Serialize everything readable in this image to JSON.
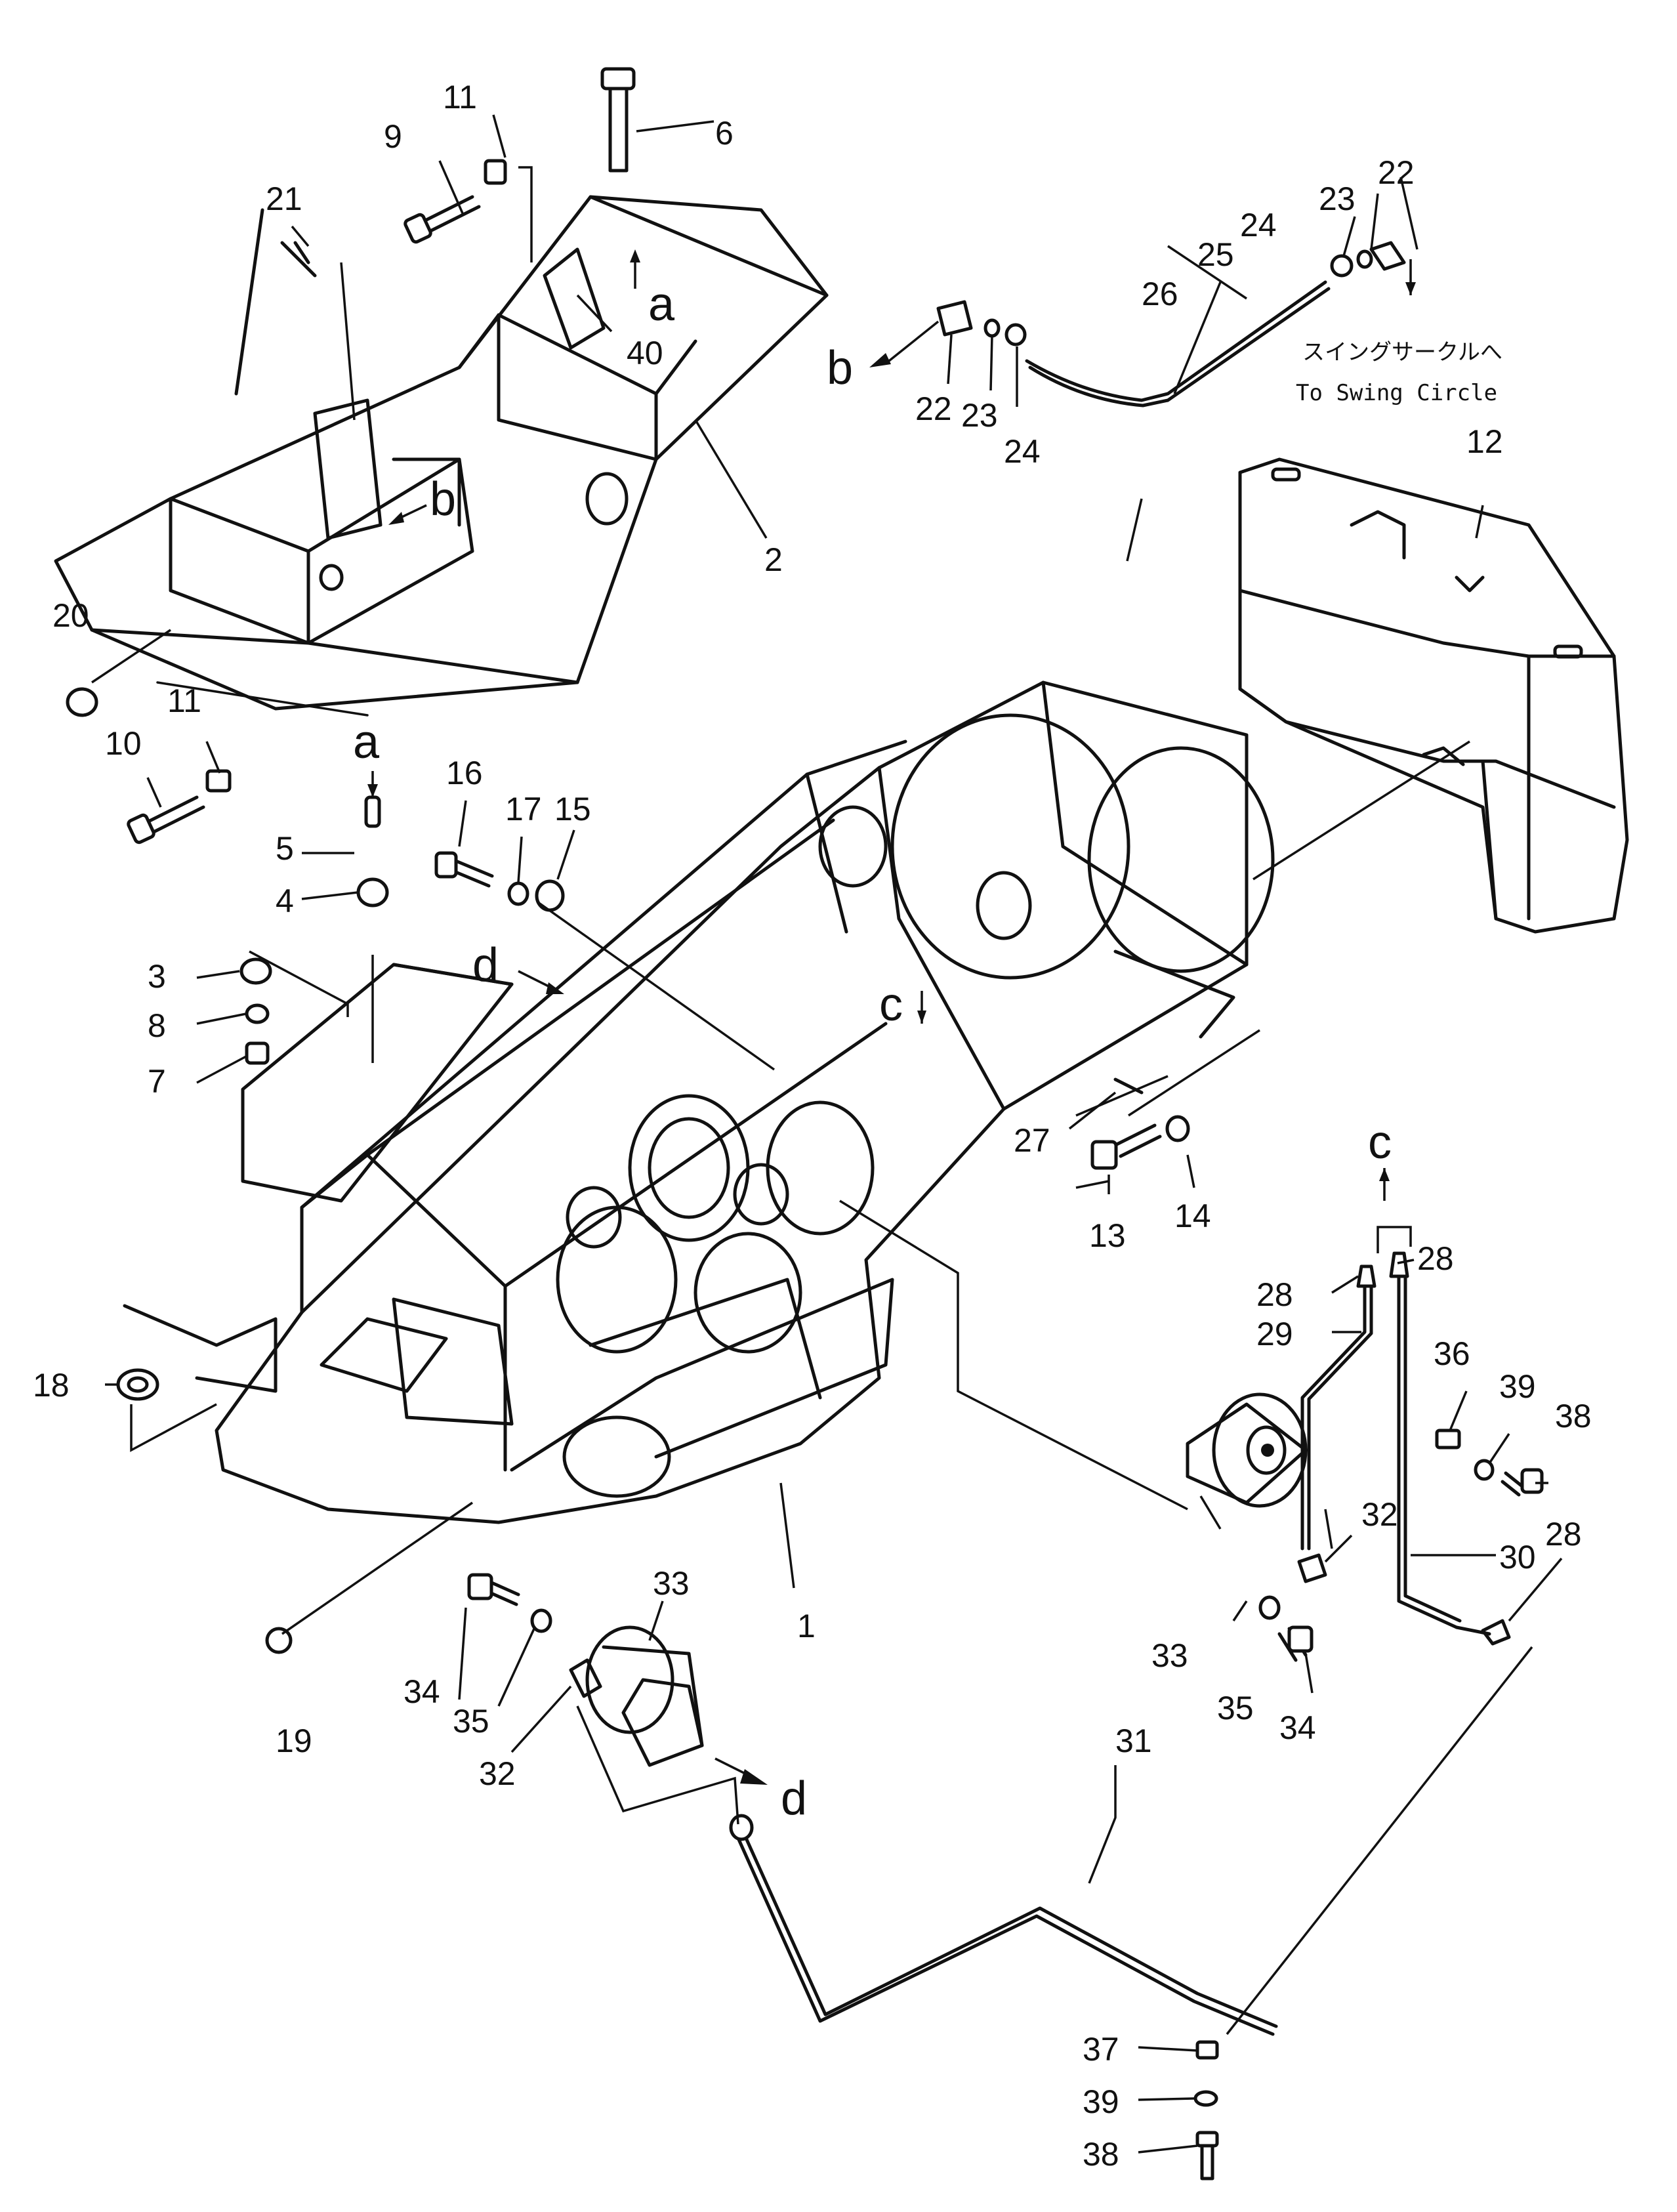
{
  "diagram": {
    "type": "exploded-parts-drawing",
    "callouts": [
      {
        "id": "c1",
        "label": "1"
      },
      {
        "id": "c2",
        "label": "2"
      },
      {
        "id": "c3",
        "label": "3"
      },
      {
        "id": "c4",
        "label": "4"
      },
      {
        "id": "c5",
        "label": "5"
      },
      {
        "id": "c6",
        "label": "6"
      },
      {
        "id": "c7",
        "label": "7"
      },
      {
        "id": "c8",
        "label": "8"
      },
      {
        "id": "c9",
        "label": "9"
      },
      {
        "id": "c10",
        "label": "10"
      },
      {
        "id": "c11a",
        "label": "11"
      },
      {
        "id": "c11b",
        "label": "11"
      },
      {
        "id": "c12",
        "label": "12"
      },
      {
        "id": "c13",
        "label": "13"
      },
      {
        "id": "c14",
        "label": "14"
      },
      {
        "id": "c15",
        "label": "15"
      },
      {
        "id": "c16",
        "label": "16"
      },
      {
        "id": "c17",
        "label": "17"
      },
      {
        "id": "c18",
        "label": "18"
      },
      {
        "id": "c19",
        "label": "19"
      },
      {
        "id": "c20",
        "label": "20"
      },
      {
        "id": "c21",
        "label": "21"
      },
      {
        "id": "c22a",
        "label": "22"
      },
      {
        "id": "c22b",
        "label": "22"
      },
      {
        "id": "c23a",
        "label": "23"
      },
      {
        "id": "c23b",
        "label": "23"
      },
      {
        "id": "c24a",
        "label": "24"
      },
      {
        "id": "c24b",
        "label": "24"
      },
      {
        "id": "c25",
        "label": "25"
      },
      {
        "id": "c26",
        "label": "26"
      },
      {
        "id": "c27",
        "label": "27"
      },
      {
        "id": "c28a",
        "label": "28"
      },
      {
        "id": "c28b",
        "label": "28"
      },
      {
        "id": "c28c",
        "label": "28"
      },
      {
        "id": "c29",
        "label": "29"
      },
      {
        "id": "c30",
        "label": "30"
      },
      {
        "id": "c31",
        "label": "31"
      },
      {
        "id": "c32a",
        "label": "32"
      },
      {
        "id": "c32b",
        "label": "32"
      },
      {
        "id": "c33a",
        "label": "33"
      },
      {
        "id": "c33b",
        "label": "33"
      },
      {
        "id": "c34a",
        "label": "34"
      },
      {
        "id": "c34b",
        "label": "34"
      },
      {
        "id": "c35a",
        "label": "35"
      },
      {
        "id": "c35b",
        "label": "35"
      },
      {
        "id": "c36",
        "label": "36"
      },
      {
        "id": "c37",
        "label": "37"
      },
      {
        "id": "c38a",
        "label": "38"
      },
      {
        "id": "c38b",
        "label": "38"
      },
      {
        "id": "c39a",
        "label": "39"
      },
      {
        "id": "c39b",
        "label": "39"
      },
      {
        "id": "c40",
        "label": "40"
      }
    ],
    "references": [
      {
        "id": "ra1",
        "label": "a"
      },
      {
        "id": "ra2",
        "label": "a"
      },
      {
        "id": "rb1",
        "label": "b"
      },
      {
        "id": "rb2",
        "label": "b"
      },
      {
        "id": "rc1",
        "label": "c"
      },
      {
        "id": "rc2",
        "label": "c"
      },
      {
        "id": "rd1",
        "label": "d"
      },
      {
        "id": "rd2",
        "label": "d"
      }
    ],
    "note": {
      "japanese": "スイングサークルへ",
      "english": "To Swing Circle"
    }
  }
}
